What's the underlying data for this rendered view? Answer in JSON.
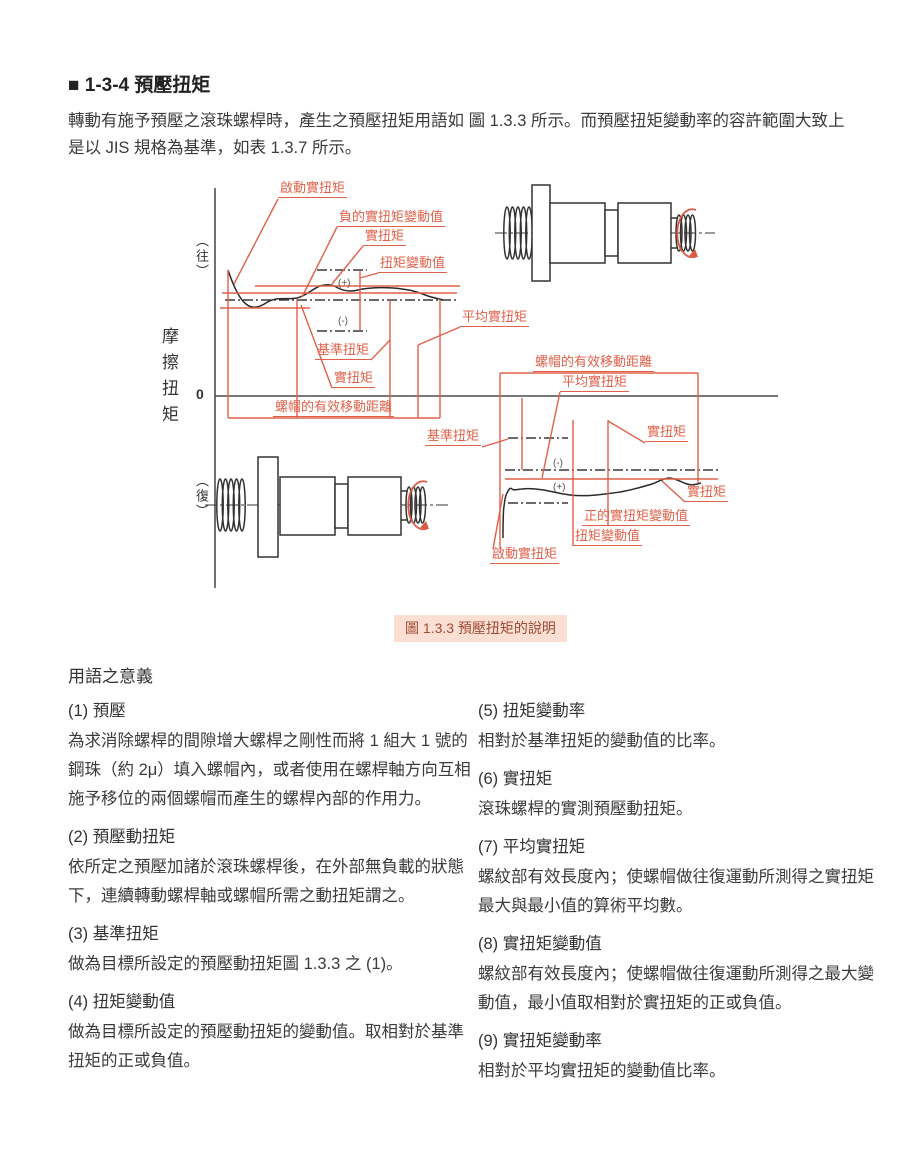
{
  "page": {
    "title": "■ 1-3-4 預壓扭矩",
    "intro": "轉動有施予預壓之滾珠螺桿時，產生之預壓扭矩用語如 圖 1.3.3 所示。而預壓扭矩變動率的容許範圍大致上是以 JIS 規格為基準，如表 1.3.7 所示。"
  },
  "figure": {
    "caption": "圖 1.3.3 預壓扭矩的說明",
    "axis": {
      "y_label": "摩擦扭矩",
      "origin": "0",
      "forward": "（往）",
      "backward": "（復）"
    },
    "labels": {
      "start_torque": "啟動實扭矩",
      "negative_variation": "負的實扭矩變動值",
      "actual_torque": "實扭矩",
      "torque_variation": "扭矩變動值",
      "average_actual_torque": "平均實扭矩",
      "reference_torque": "基準扭矩",
      "nut_travel": "螺帽的有效移動距離",
      "positive_variation": "正的實扭矩變動值",
      "plus": "(+)",
      "minus": "(-)"
    },
    "colors": {
      "annotation": "#e0614a",
      "caption_bg": "#fbdfd3",
      "caption_text": "#a04a33",
      "curve": "#2a2a2a"
    }
  },
  "terms": {
    "heading": "用語之意義",
    "left": [
      {
        "title": "(1) 預壓",
        "body": "為求消除螺桿的間隙增大螺桿之剛性而將 1 組大 1 號的鋼珠（約 2μ）填入螺帽內，或者使用在螺桿軸方向互相施予移位的兩個螺帽而產生的螺桿內部的作用力。"
      },
      {
        "title": "(2) 預壓動扭矩",
        "body": "依所定之預壓加諸於滾珠螺桿後，在外部無負載的狀態下，連續轉動螺桿軸或螺帽所需之動扭矩謂之。"
      },
      {
        "title": "(3) 基準扭矩",
        "body": "做為目標所設定的預壓動扭矩圖 1.3.3 之 (1)。"
      },
      {
        "title": "(4) 扭矩變動值",
        "body": "做為目標所設定的預壓動扭矩的變動值。取相對於基準扭矩的正或負值。"
      }
    ],
    "right": [
      {
        "title": "(5) 扭矩變動率",
        "body": "相對於基準扭矩的變動值的比率。"
      },
      {
        "title": "(6) 實扭矩",
        "body": "滾珠螺桿的實測預壓動扭矩。"
      },
      {
        "title": "(7) 平均實扭矩",
        "body": "螺紋部有效長度內；使螺帽做往復運動所測得之實扭矩最大與最小值的算術平均數。"
      },
      {
        "title": "(8) 實扭矩變動值",
        "body": "螺紋部有效長度內；使螺帽做往復運動所測得之最大變動值，最小值取相對於實扭矩的正或負值。"
      },
      {
        "title": "(9) 實扭矩變動率",
        "body": "相對於平均實扭矩的變動值比率。"
      }
    ]
  }
}
